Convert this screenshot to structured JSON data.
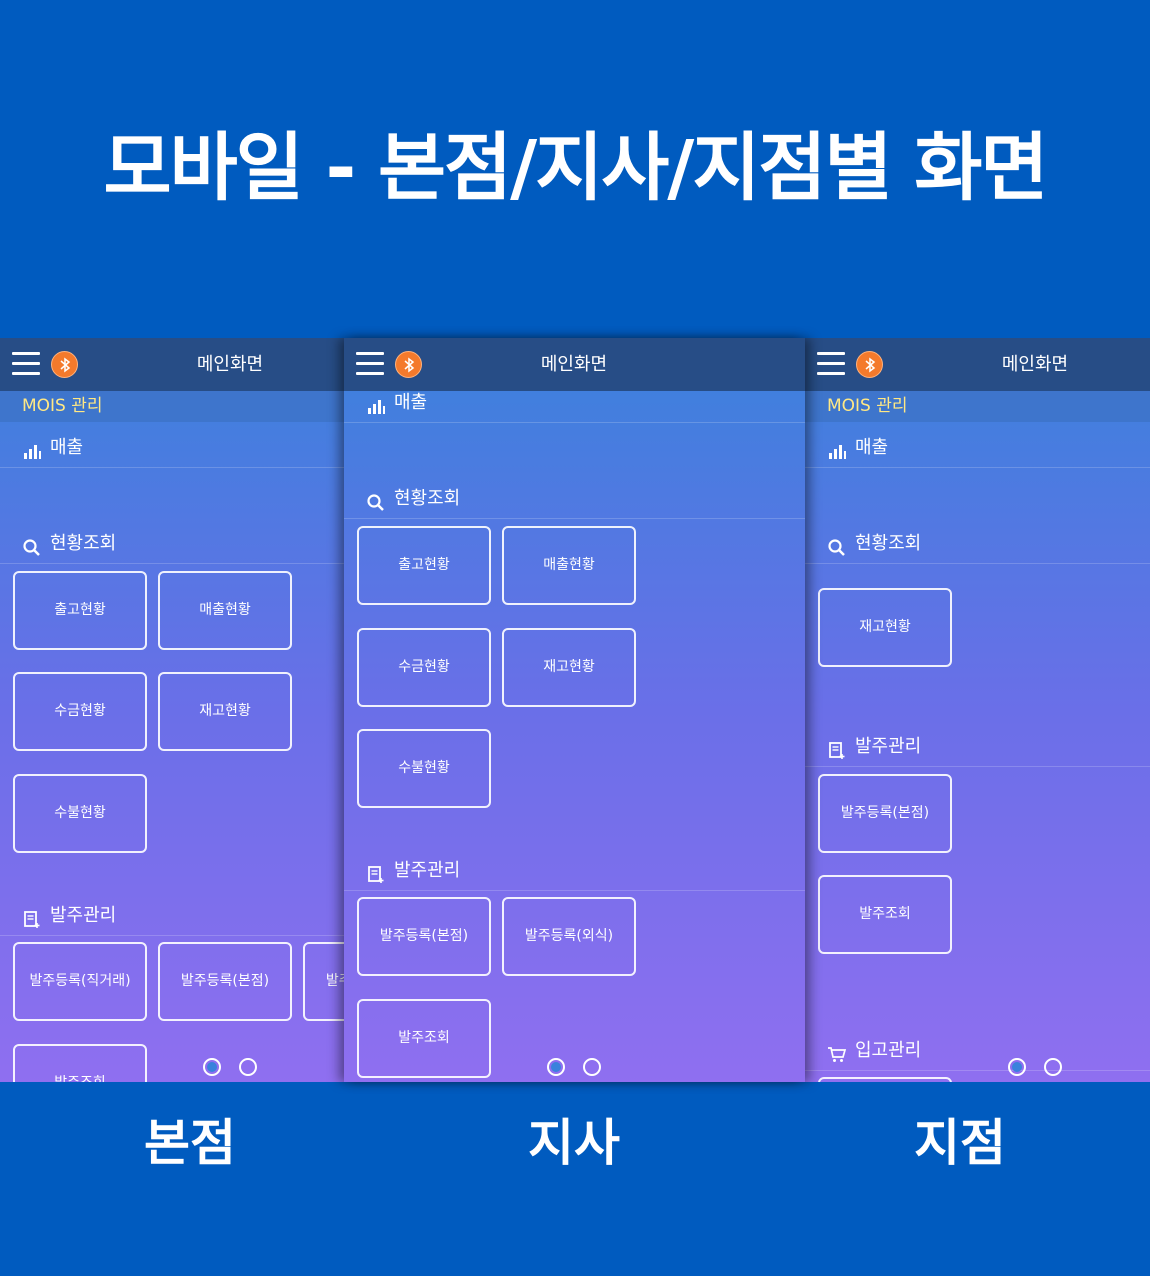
{
  "heading": "모바일 - 본점/지사/지점별 화면",
  "colors": {
    "background": "#005bbf",
    "topbar": "#274d86",
    "mois_bar": "#3e75cc",
    "mois_text": "#ffe884",
    "bt_orange": "#f47a2c"
  },
  "icons": {
    "menu": "hamburger-menu-icon",
    "bluetooth": "bluetooth-icon",
    "sales": "bar-chart-icon",
    "status": "search-icon",
    "order": "document-edit-icon",
    "receiving": "cart-icon"
  },
  "screens": [
    {
      "label": "본점",
      "topbar_title": "메인화면",
      "mois": "MOIS 관리",
      "sections": {
        "sales": "매출",
        "status": "현황조회",
        "status_tiles": [
          "출고현황",
          "매출현황",
          "수금현황",
          "재고현황",
          "수불현황"
        ],
        "order": "발주관리",
        "order_tiles": [
          "발주등록(직거래)",
          "발주등록(본점)",
          "발주등록(외식)",
          "발주조회"
        ]
      },
      "pager": {
        "pages": 2,
        "current": 1
      }
    },
    {
      "label": "지사",
      "topbar_title": "메인화면",
      "sections": {
        "sales": "매출",
        "status": "현황조회",
        "status_tiles": [
          "출고현황",
          "매출현황",
          "수금현황",
          "재고현황",
          "수불현황"
        ],
        "order": "발주관리",
        "order_tiles": [
          "발주등록(본점)",
          "발주등록(외식)",
          "발주조회"
        ]
      },
      "pager": {
        "pages": 2,
        "current": 1
      }
    },
    {
      "label": "지점",
      "topbar_title": "메인화면",
      "mois": "MOIS 관리",
      "sections": {
        "sales": "매출",
        "status": "현황조회",
        "status_tiles": [
          "재고현황"
        ],
        "order": "발주관리",
        "order_tiles": [
          "발주등록(본점)",
          "발주조회"
        ],
        "receiving": "입고관리"
      },
      "pager": {
        "pages": 2,
        "current": 1
      }
    }
  ]
}
